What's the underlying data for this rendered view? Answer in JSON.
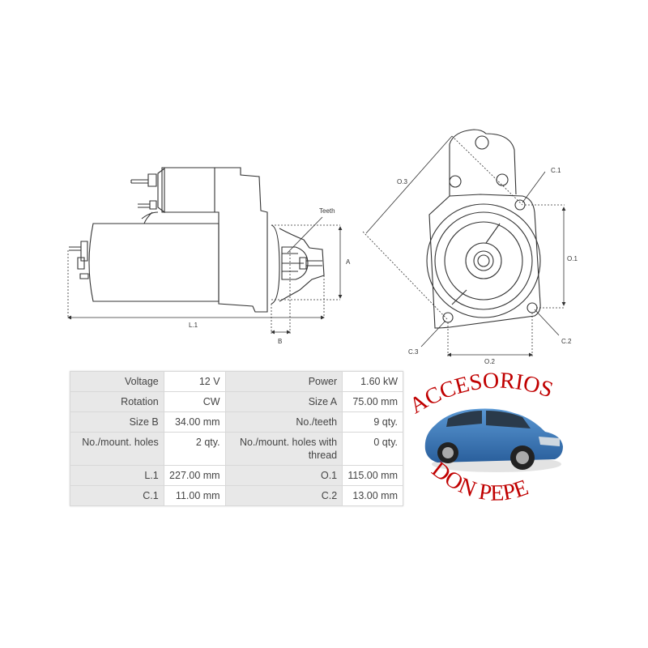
{
  "diagram": {
    "side_view_labels": {
      "teeth": "Teeth",
      "size_a": "A",
      "size_b": "B",
      "length": "L.1"
    },
    "front_view_labels": {
      "o3": "O.3",
      "c1": "C.1",
      "o1": "O.1",
      "c2": "C.2",
      "c3": "C.3",
      "o2": "O.2"
    }
  },
  "specs": {
    "rows": [
      {
        "label1": "Voltage",
        "value1": "12 V",
        "label2": "Power",
        "value2": "1.60 kW"
      },
      {
        "label1": "Rotation",
        "value1": "CW",
        "label2": "Size A",
        "value2": "75.00 mm"
      },
      {
        "label1": "Size B",
        "value1": "34.00 mm",
        "label2": "No./teeth",
        "value2": "9 qty."
      },
      {
        "label1": "No./mount. holes",
        "value1": "2 qty.",
        "label2": "No./mount. holes with thread",
        "value2": "0 qty."
      },
      {
        "label1": "L.1",
        "value1": "227.00 mm",
        "label2": "O.1",
        "value2": "115.00 mm"
      },
      {
        "label1": "C.1",
        "value1": "11.00 mm",
        "label2": "C.2",
        "value2": "13.00 mm"
      }
    ]
  },
  "logo": {
    "top_text": "ACCESORIOS",
    "bottom_text": "DON PEPE",
    "text_color": "#c00000",
    "car_color": "#3a78b8"
  }
}
